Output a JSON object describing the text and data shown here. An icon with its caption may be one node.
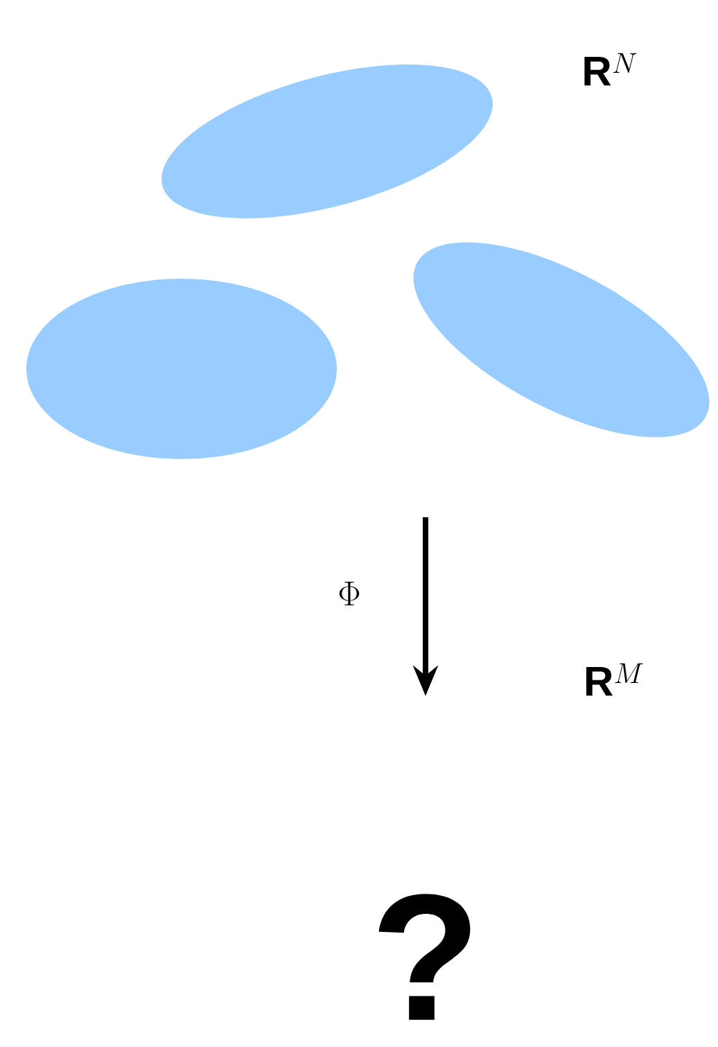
{
  "diagram": {
    "nodes": [
      {
        "text": [],
        "shape": "ellipse"
      },
      {
        "text": [],
        "shape": "ellipse"
      },
      {
        "text": [],
        "shape": "ellipse"
      }
    ],
    "labels": [
      "\\mathbf{R}^N",
      "\\Phi",
      "\\mathbf{R}^M",
      "?"
    ]
  }
}
